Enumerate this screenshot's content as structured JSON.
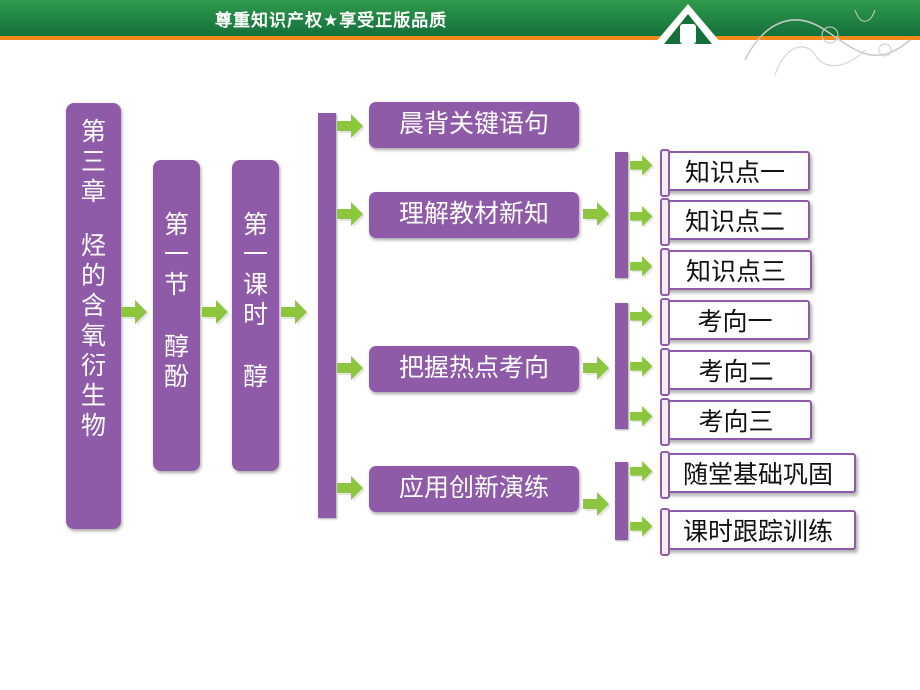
{
  "header": {
    "slogan": "尊重知识产权★享受正版品质",
    "colors": {
      "bar": "#14703a",
      "line": "#f08a1a"
    }
  },
  "chapter": {
    "line1": "第三章",
    "line2": "烃的含氧衍生物"
  },
  "section": {
    "line1": "第一节",
    "line2": "醇酚"
  },
  "lesson": {
    "line1": "第一课时",
    "line2": "醇"
  },
  "parts": [
    {
      "label": "晨背关键语句"
    },
    {
      "label": "理解教材新知",
      "items": [
        "知识点一",
        "知识点二",
        "知识点三"
      ]
    },
    {
      "label": "把握热点考向",
      "items": [
        "考向一",
        "考向二",
        "考向三"
      ]
    },
    {
      "label": "应用创新演练",
      "items": [
        "随堂基础巩固",
        "课时跟踪训练"
      ]
    }
  ],
  "colors": {
    "box": "#8f5aa7",
    "arrow": "#8cc63f"
  }
}
